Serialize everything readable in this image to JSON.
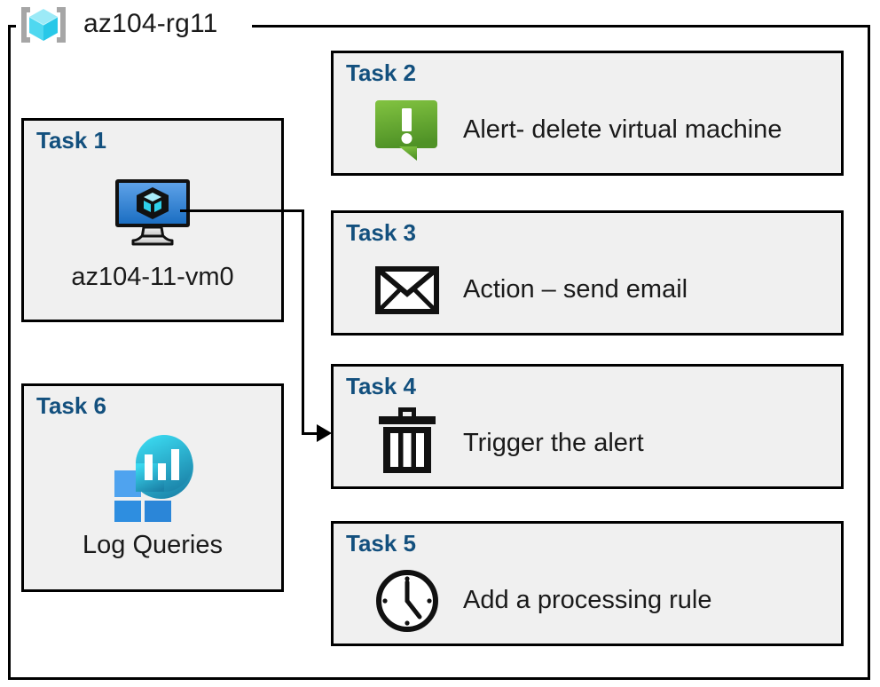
{
  "colors": {
    "card_bg": "#f0f0f0",
    "card_border": "#000000",
    "task_label": "#13507e",
    "caption_text": "#1a1a1a",
    "alert_green_light": "#82c341",
    "alert_green_dark": "#589e2b",
    "vm_blue_light": "#5ea2e8",
    "vm_blue_dark": "#1b6ec2",
    "rg_cube_light": "#9ceaf7",
    "rg_cube_mid": "#4fd8f0",
    "rg_cube_dark": "#28c8e8",
    "rg_bracket": "#a6a6a6",
    "log_cyan": "#32d0ea",
    "log_teal": "#1b82a8",
    "log_square_light": "#4fa3ef",
    "log_square_mid": "#2e8ee0",
    "log_square_dark": "#2b86d8"
  },
  "resource_group": {
    "icon": "resource-group-cube-icon",
    "name": "az104-rg11"
  },
  "cards": {
    "task1": {
      "label": "Task 1",
      "icon": "virtual-machine-icon",
      "caption": "az104-11-vm0"
    },
    "task2": {
      "label": "Task 2",
      "icon": "alert-exclamation-icon",
      "caption": "Alert- delete virtual machine"
    },
    "task3": {
      "label": "Task 3",
      "icon": "envelope-email-icon",
      "caption": "Action – send email"
    },
    "task4": {
      "label": "Task 4",
      "icon": "trash-delete-icon",
      "caption": "Trigger the alert"
    },
    "task5": {
      "label": "Task 5",
      "icon": "clock-icon",
      "caption": "Add a processing rule"
    },
    "task6": {
      "label": "Task 6",
      "icon": "log-analytics-icon",
      "caption": "Log Queries"
    }
  },
  "connector": {
    "from": "task1-virtual-machine-icon",
    "to": "task4-card",
    "arrow": "arrow-head-right"
  }
}
